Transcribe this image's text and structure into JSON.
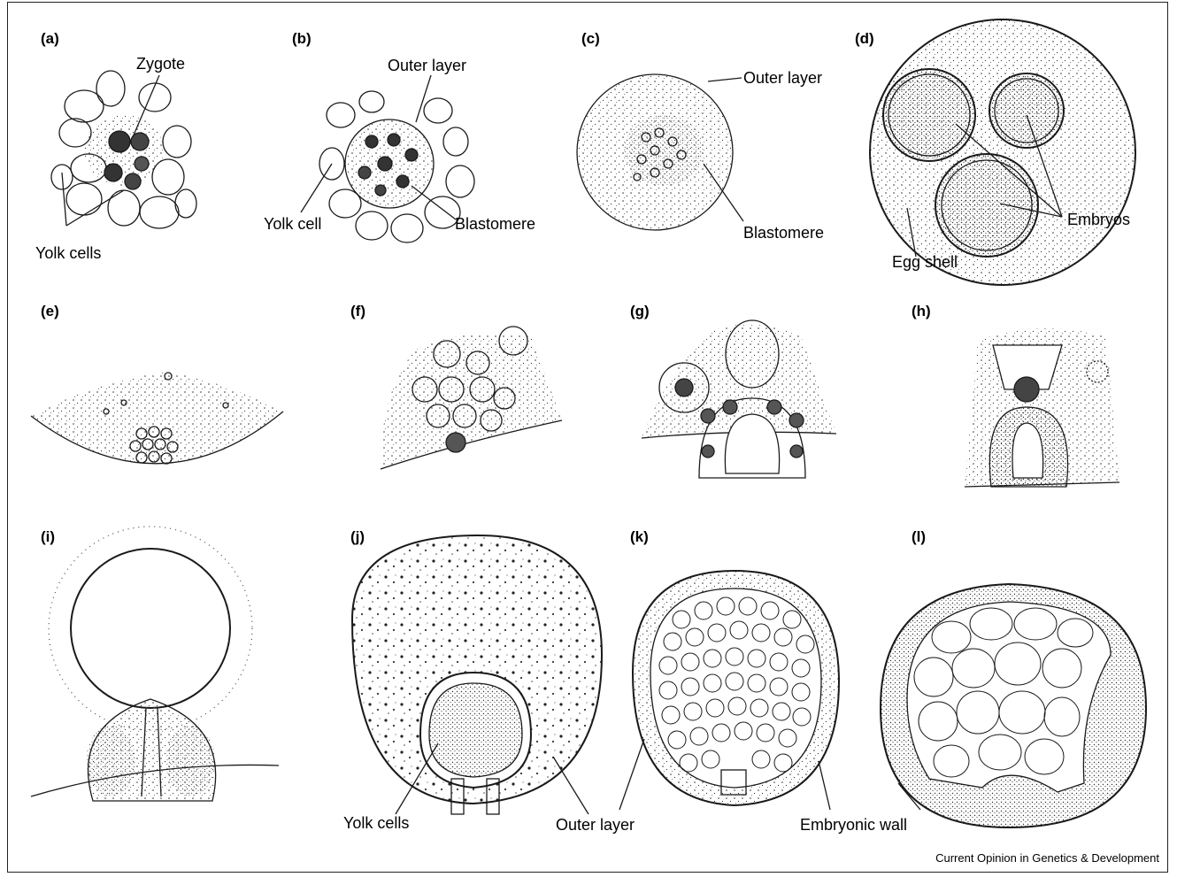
{
  "panels": {
    "a": {
      "letter": "(a)",
      "labels": [
        "Zygote",
        "Yolk cells"
      ]
    },
    "b": {
      "letter": "(b)",
      "labels": [
        "Outer layer",
        "Yolk cell",
        "Blastomere"
      ]
    },
    "c": {
      "letter": "(c)",
      "labels": [
        "Outer layer",
        "Blastomere"
      ]
    },
    "d": {
      "letter": "(d)",
      "labels": [
        "Embryos",
        "Egg shell"
      ]
    },
    "e": {
      "letter": "(e)"
    },
    "f": {
      "letter": "(f)"
    },
    "g": {
      "letter": "(g)"
    },
    "h": {
      "letter": "(h)"
    },
    "i": {
      "letter": "(i)"
    },
    "j": {
      "letter": "(j)",
      "labels": [
        "Yolk cells",
        "Outer layer"
      ]
    },
    "k": {
      "letter": "(k)",
      "labels": [
        "Embryonic wall"
      ]
    },
    "l": {
      "letter": "(l)"
    }
  },
  "credit": "Current Opinion in Genetics & Development",
  "colors": {
    "ink": "#1a1a1a",
    "stipple": "#444444",
    "background": "#ffffff"
  }
}
